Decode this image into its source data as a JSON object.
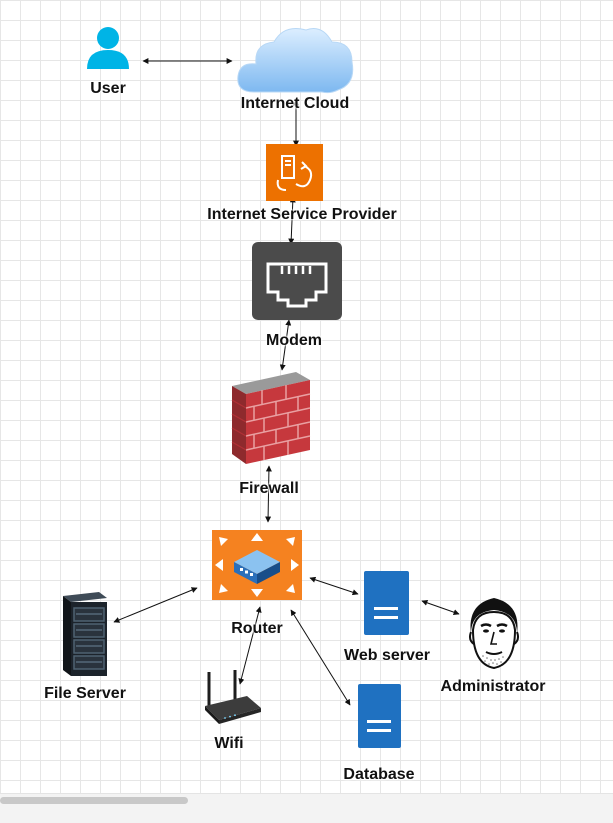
{
  "diagram": {
    "nodes": {
      "user": {
        "label": "User",
        "icon": "user-icon"
      },
      "cloud": {
        "label": "Internet Cloud",
        "icon": "cloud-icon"
      },
      "isp": {
        "label": "Internet Service Provider",
        "icon": "isp-icon"
      },
      "modem": {
        "label": "Modem",
        "icon": "ethernet-port-icon"
      },
      "firewall": {
        "label": "Firewall",
        "icon": "brick-wall-icon"
      },
      "router": {
        "label": "Router",
        "icon": "router-icon"
      },
      "file_server": {
        "label": "File Server",
        "icon": "server-rack-icon"
      },
      "wifi": {
        "label": "Wifi",
        "icon": "wireless-router-icon"
      },
      "web_server": {
        "label": "Web server",
        "icon": "server-icon"
      },
      "database": {
        "label": "Database",
        "icon": "server-icon"
      },
      "admin": {
        "label": "Administrator",
        "icon": "person-face-icon"
      }
    },
    "edges": [
      [
        "user",
        "cloud"
      ],
      [
        "cloud",
        "isp"
      ],
      [
        "isp",
        "modem"
      ],
      [
        "modem",
        "firewall"
      ],
      [
        "firewall",
        "router"
      ],
      [
        "router",
        "file_server"
      ],
      [
        "router",
        "wifi"
      ],
      [
        "router",
        "web_server"
      ],
      [
        "router",
        "database"
      ],
      [
        "web_server",
        "admin"
      ]
    ],
    "colors": {
      "user": "#00b4e6",
      "isp": "#ed7100",
      "modem": "#4b4b4b",
      "router": "#f58220",
      "server": "#1f71c1",
      "brick": "#c6383d"
    }
  }
}
